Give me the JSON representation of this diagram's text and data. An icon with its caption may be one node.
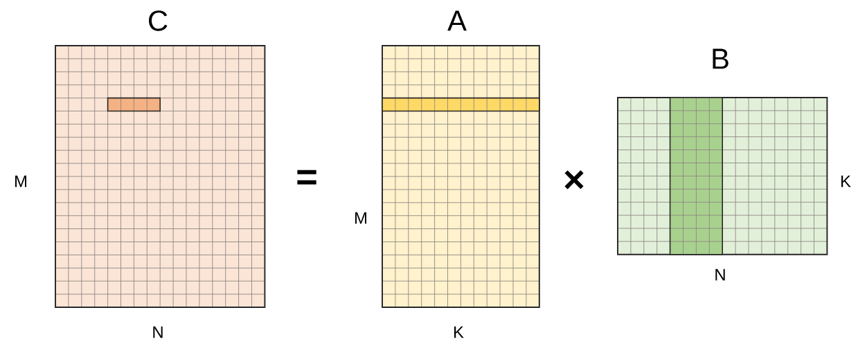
{
  "diagram": {
    "nodes": [
      {
        "text": [
          "C"
        ],
        "beside": [
          "M",
          "N"
        ]
      },
      {
        "text": [
          "A"
        ],
        "beside": [
          "M",
          "K"
        ]
      },
      {
        "text": [
          "B"
        ],
        "beside": [
          "K",
          "N"
        ]
      }
    ],
    "labels": [
      "=",
      "×"
    ]
  }
}
